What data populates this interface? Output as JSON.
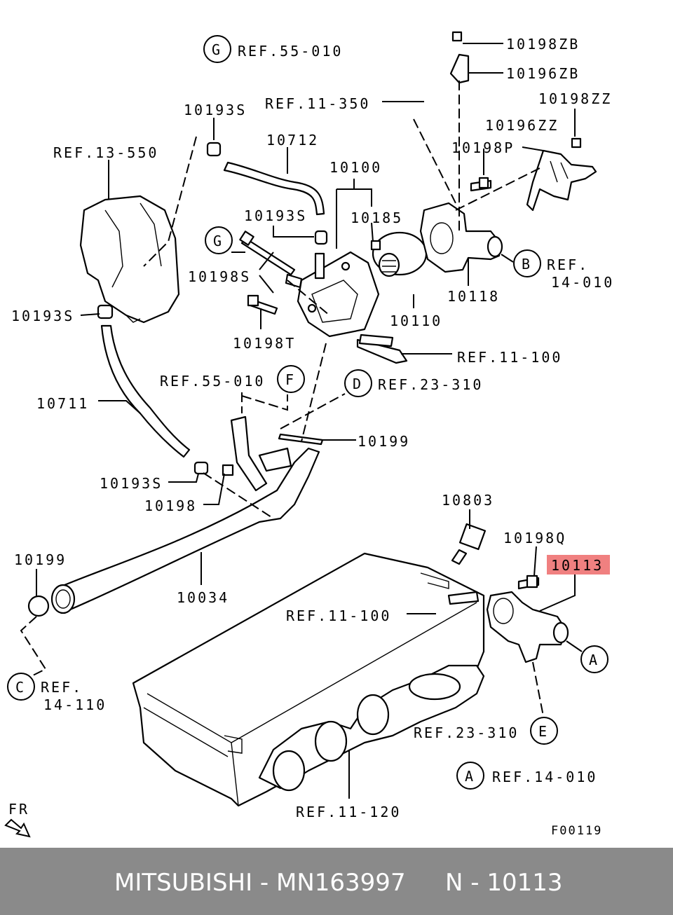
{
  "diagram_id": "F00119",
  "orientation_label": "FR",
  "highlight_color": "#f08080",
  "labels": {
    "p10198zb": "10198ZB",
    "p10196zb": "10196ZB",
    "p10198zz": "10198ZZ",
    "p10196zz": "10196ZZ",
    "p10198p": "10198P",
    "p10193s_top": "10193S",
    "p10712": "10712",
    "p10100": "10100",
    "p10193s_mid": "10193S",
    "p10185": "10185",
    "p10198s": "10198S",
    "p10193s_left": "10193S",
    "p10198t": "10198T",
    "p10110": "10110",
    "p10118": "10118",
    "p10711": "10711",
    "p10199_mid": "10199",
    "p10193s_low": "10193S",
    "p10198": "10198",
    "p10803": "10803",
    "p10198q": "10198Q",
    "p10113": "10113",
    "p10199_left": "10199",
    "p10034": "10034"
  },
  "refs": {
    "ref_55_010_top": "REF.55-010",
    "ref_11_350": "REF.11-350",
    "ref_13_550": "REF.13-550",
    "ref_b_1": "REF.",
    "ref_b_2": "14-010",
    "ref_11_100_top": "REF.11-100",
    "ref_55_010_mid": "REF.55-010",
    "ref_23_310_top": "REF.23-310",
    "ref_11_100_low": "REF.11-100",
    "ref_c_1": "REF.",
    "ref_c_2": "14-110",
    "ref_23_310_low": "REF.23-310",
    "ref_14_010_low": "REF.14-010",
    "ref_11_120": "REF.11-120"
  },
  "circles": {
    "g_top": "G",
    "g_mid": "G",
    "b": "B",
    "f": "F",
    "d": "D",
    "a": "A",
    "c": "C",
    "e": "E",
    "a_low": "A"
  },
  "footer": {
    "brand_part": "MITSUBISHI - MN163997",
    "ref_number": "N - 10113"
  }
}
